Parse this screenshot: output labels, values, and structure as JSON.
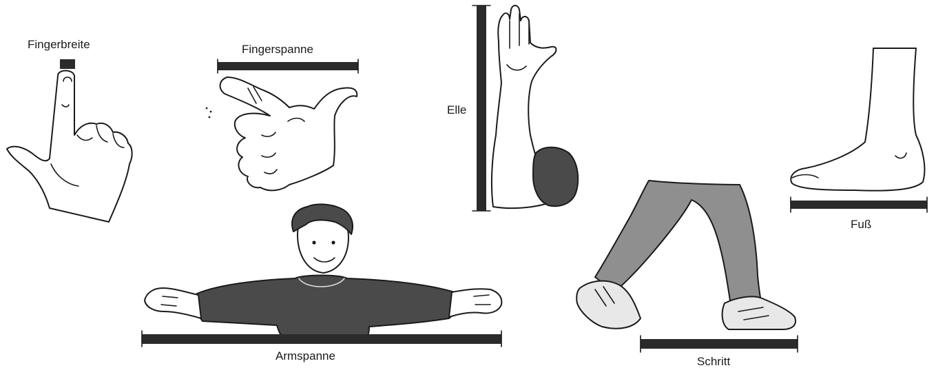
{
  "labels": {
    "fingerbreite": "Fingerbreite",
    "fingerspanne": "Fingerspanne",
    "elle": "Elle",
    "armspanne": "Armspanne",
    "schritt": "Schritt",
    "fuss": "Fuß"
  },
  "colors": {
    "ink": "#1a1a1a",
    "bar": "#2b2b2b",
    "sweater": "#4a4a4a",
    "trousers": "#8f8f8f",
    "background": "#ffffff"
  }
}
